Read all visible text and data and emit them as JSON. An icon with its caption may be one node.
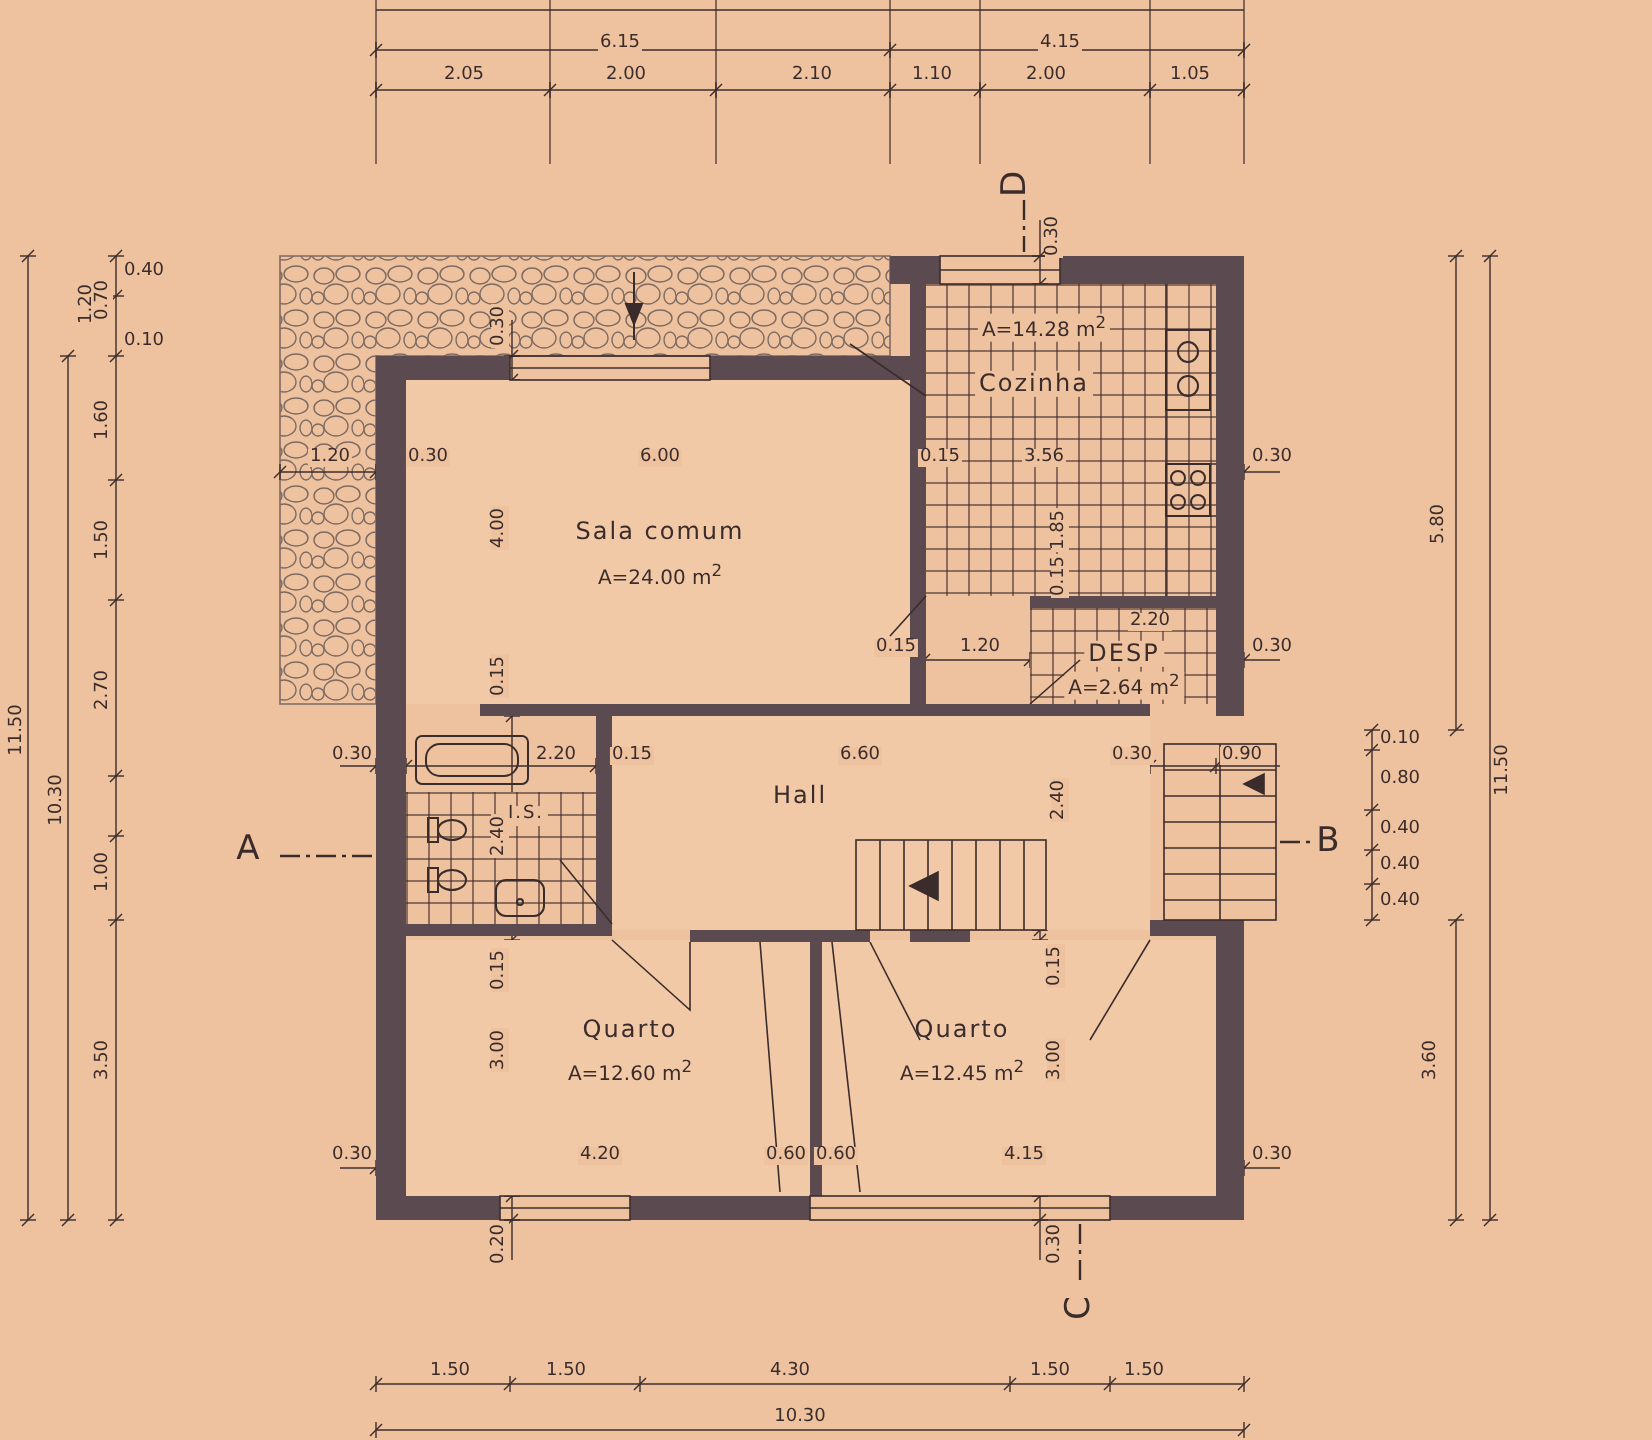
{
  "diagram": {
    "nodes": [
      {
        "text": [
          "Sala comum",
          "A=24.00 m$^{2}$"
        ]
      },
      {
        "text": [
          "A=14.28 m$^{2}$",
          "Cozinha"
        ]
      },
      {
        "text": [
          "DESP",
          "A=2.64 m$^{2}$"
        ]
      },
      {
        "text": [
          "Hall"
        ]
      },
      {
        "text": [
          "I.S."
        ]
      },
      {
        "text": [
          "Quarto",
          "A=12.60 m$^{2}$"
        ]
      },
      {
        "text": [
          "Quarto",
          "A=12.45 m$^{2}$"
        ]
      }
    ],
    "labels": [
      "6.15",
      "4.15",
      "2.05",
      "2.00",
      "2.10",
      "1.10",
      "2.00",
      "1.05",
      "D",
      "0.30",
      "0.40",
      "1.20",
      "0.70",
      "0.30",
      "0.10",
      "1.60",
      "1.20",
      "0.30",
      "6.00",
      "0.15",
      "3.56",
      "0.30",
      "1.50",
      "4.00",
      "1.85",
      "5.80",
      "0.15",
      "0.15",
      "1.20",
      "2.20",
      "0.30",
      "2.70",
      "0.15",
      "0.10",
      "11.50",
      "0.30",
      "2.20",
      "0.15",
      "6.60",
      "0.30",
      "0.90",
      "11.50",
      "10.30",
      "0.80",
      "2.40",
      "2.40",
      "0.40",
      "A",
      "B",
      "0.40",
      "1.00",
      "0.40",
      "0.15",
      "0.15",
      "3.50",
      "3.00",
      "3.00",
      "3.60",
      "0.30",
      "4.20",
      "0.60",
      "0.60",
      "4.15",
      "0.30",
      "0.20",
      "0.30",
      "C",
      "1.50",
      "1.50",
      "4.30",
      "1.50",
      "1.50",
      "10.30"
    ]
  }
}
